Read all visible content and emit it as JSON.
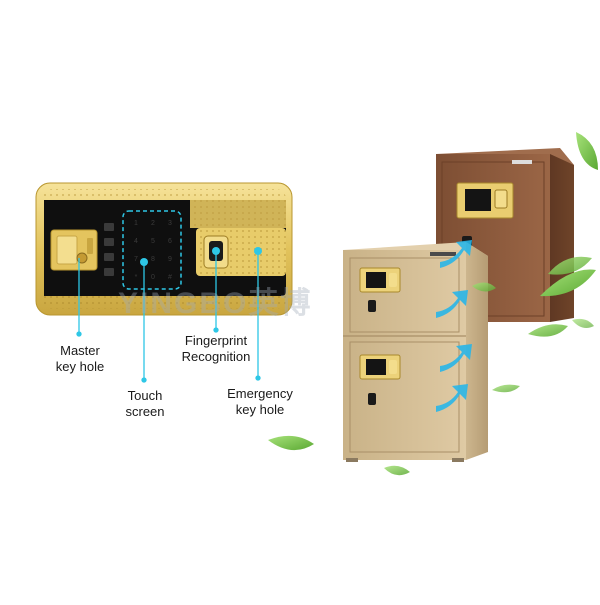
{
  "colors": {
    "panel_gold": "#e8cf72",
    "panel_black": "#0e0e0e",
    "callout_cyan": "#2ec7e6",
    "safe_brown": "#8a5a3c",
    "safe_champagne": "#d8c39c",
    "arrow_blue": "#29b6e8",
    "leaf_green": "#7cc84a"
  },
  "labels": {
    "master_key_hole": "Master\nkey hole",
    "touch_screen": "Touch\nscreen",
    "fingerprint_recognition": "Fingerprint\nRecognition",
    "emergency_key_hole": "Emergency\nkey hole"
  },
  "watermark": "YINGBO英博",
  "icons": [
    "leaf-icon",
    "airflow-arrow-icon",
    "fingerprint-icon",
    "keyhole-icon"
  ]
}
